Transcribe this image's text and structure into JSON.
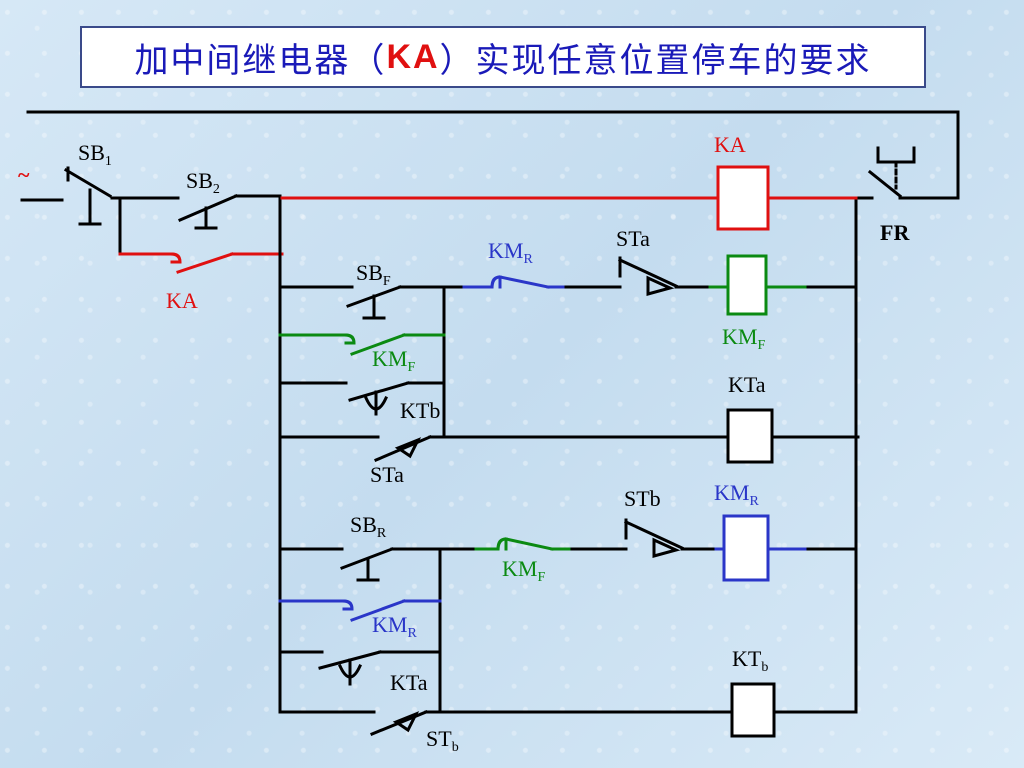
{
  "title": {
    "prefix": "加中间继电器（",
    "highlight": "KA",
    "suffix": "）实现任意位置停车的要求"
  },
  "colors": {
    "wire": "#000000",
    "ka": "#e01010",
    "kmf": "#0b8a12",
    "kmr": "#2a36c8",
    "title": "#1a1ab8"
  },
  "labels": {
    "supply": "~",
    "sb1": "SB",
    "sb1_sub": "1",
    "sb2": "SB",
    "sb2_sub": "2",
    "ka_contact": "KA",
    "ka_coil": "KA",
    "fr": "FR",
    "sbf": "SB",
    "sbf_sub": "F",
    "kmr_interlock1": "KM",
    "kmr_interlock1_sub": "R",
    "sta_top": "STa",
    "kmf_coil": "KM",
    "kmf_coil_sub": "F",
    "kmf_hold": "KM",
    "kmf_hold_sub": "F",
    "ktb_contact": "KTb",
    "kta_coil": "KTa",
    "sta_bottom": "STa",
    "sbr": "SB",
    "sbr_sub": "R",
    "kmf_interlock": "KM",
    "kmf_interlock_sub": "F",
    "stb_top": "STb",
    "kmr_coil": "KM",
    "kmr_coil_sub": "R",
    "kmr_hold": "KM",
    "kmr_hold_sub": "R",
    "kta_contact": "KTa",
    "ktb_coil": "KT",
    "ktb_coil_sub": "b",
    "stb_bottom": "ST",
    "stb_bottom_sub": "b"
  }
}
